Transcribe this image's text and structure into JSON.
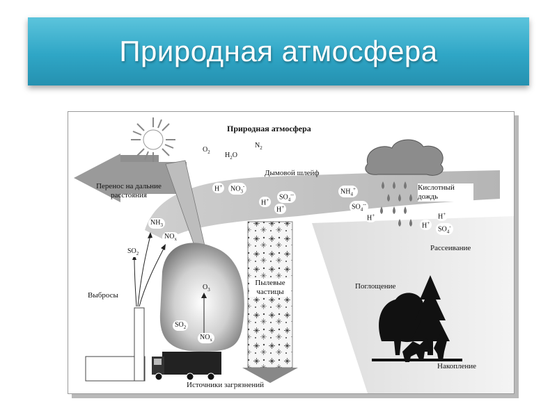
{
  "slide": {
    "title": "Природная атмосфера"
  },
  "diagram": {
    "title": "Природная атмосфера",
    "labels": {
      "transport": "Перенос на дальние расстояния",
      "smoke_plume": "Дымовой шлейф",
      "acid_rain": "Кислотный дождь",
      "dispersion": "Рассеивание",
      "emissions": "Выбросы",
      "dust_particles": "Пылевые частицы",
      "absorption": "Поглощение",
      "accumulation": "Накопление",
      "pollution_sources": "Источники загрязнений"
    },
    "chemicals": {
      "o2": {
        "base": "O",
        "sub": "2",
        "sup": ""
      },
      "h2o": {
        "base": "H",
        "sub": "2",
        "tail": "O"
      },
      "n2": {
        "base": "N",
        "sub": "2",
        "sup": ""
      },
      "plume_h": {
        "base": "H",
        "sub": "",
        "sup": "+"
      },
      "plume_no3": {
        "base": "NO",
        "sub": "3",
        "sup": "-"
      },
      "plume_so4": {
        "base": "SO",
        "sub": "4",
        "sup": "--"
      },
      "plume_h2": {
        "base": "H",
        "sub": "",
        "sup": "+"
      },
      "plume_h3": {
        "base": "H",
        "sub": "",
        "sup": "+"
      },
      "plume_nh4": {
        "base": "NH",
        "sub": "4",
        "sup": "+"
      },
      "plume_so4b": {
        "base": "SO",
        "sub": "4",
        "sup": "--"
      },
      "plume_h4": {
        "base": "H",
        "sub": "",
        "sup": "+"
      },
      "rain_h": {
        "base": "H",
        "sub": "",
        "sup": "+"
      },
      "rain_h2": {
        "base": "H",
        "sub": "",
        "sup": "+"
      },
      "rain_so4": {
        "base": "SO",
        "sub": "4",
        "sup": "-"
      },
      "em_nh3": {
        "base": "NH",
        "sub": "3",
        "sup": ""
      },
      "em_nox": {
        "base": "NO",
        "sub": "x",
        "sup": ""
      },
      "em_so2": {
        "base": "SO",
        "sub": "2",
        "sup": ""
      },
      "src_o3": {
        "base": "O",
        "sub": "3",
        "sup": ""
      },
      "src_so2": {
        "base": "SO",
        "sub": "2",
        "sup": ""
      },
      "src_nox": {
        "base": "NO",
        "sub": "x",
        "sup": ""
      }
    }
  }
}
